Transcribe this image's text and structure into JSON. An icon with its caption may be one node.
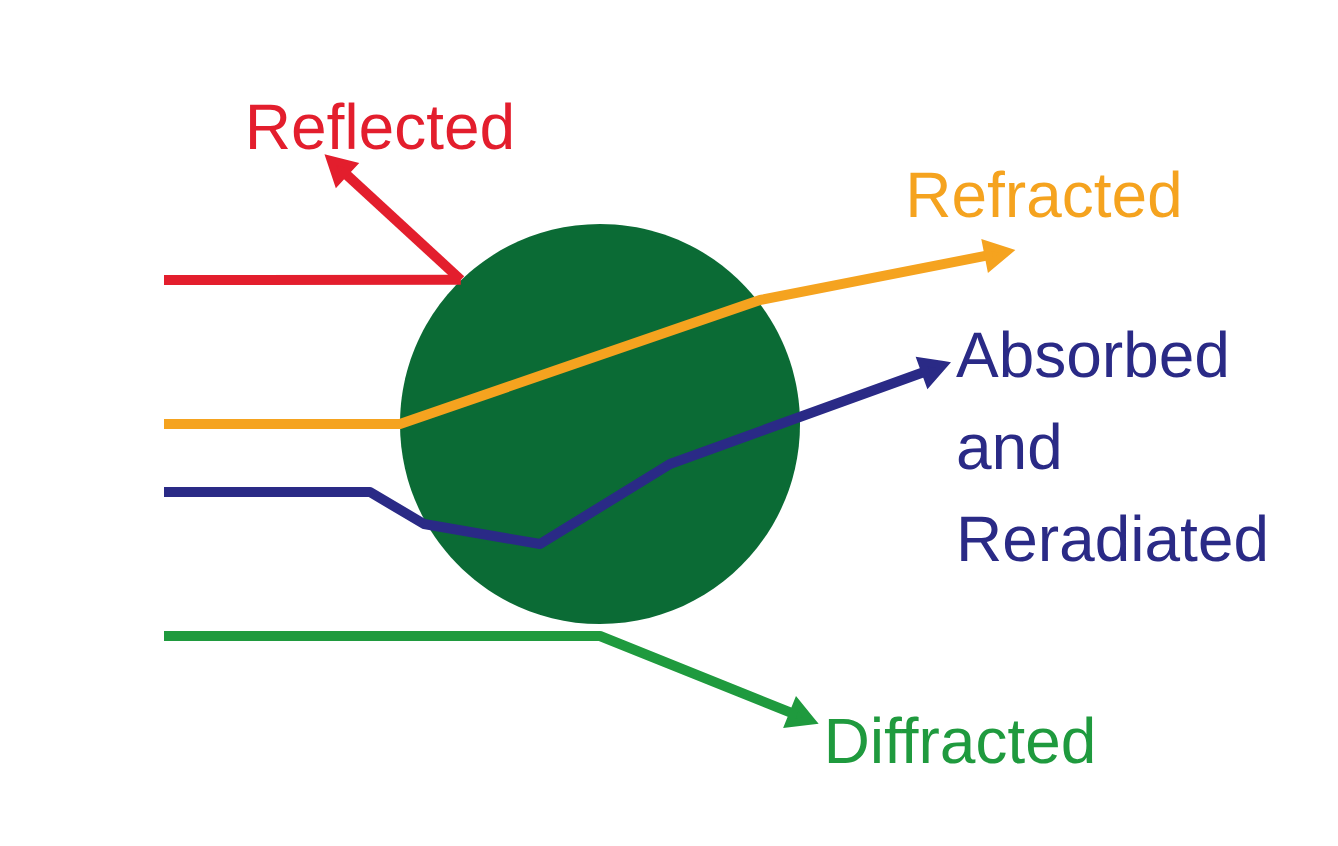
{
  "diagram": {
    "nodes": [
      {
        "text": [],
        "shape": "circle"
      },
      {
        "text": [
          "Reflected"
        ]
      },
      {
        "text": [
          "Refracted"
        ]
      },
      {
        "text": [
          "Absorbed and Reradiated"
        ]
      },
      {
        "text": [
          "Diffracted"
        ]
      }
    ],
    "edges": [
      {
        "from": null,
        "to": 0,
        "arrow": "none",
        "color": "#e31e2d"
      },
      {
        "from": 0,
        "to": 1,
        "arrow": "to",
        "color": "#e31e2d"
      },
      {
        "from": null,
        "to": 2,
        "arrow": "to",
        "color": "#f5a31f"
      },
      {
        "from": null,
        "to": 3,
        "arrow": "to",
        "color": "#2a2a86"
      },
      {
        "from": null,
        "to": 4,
        "arrow": "to",
        "color": "#1f9a3e"
      }
    ]
  }
}
